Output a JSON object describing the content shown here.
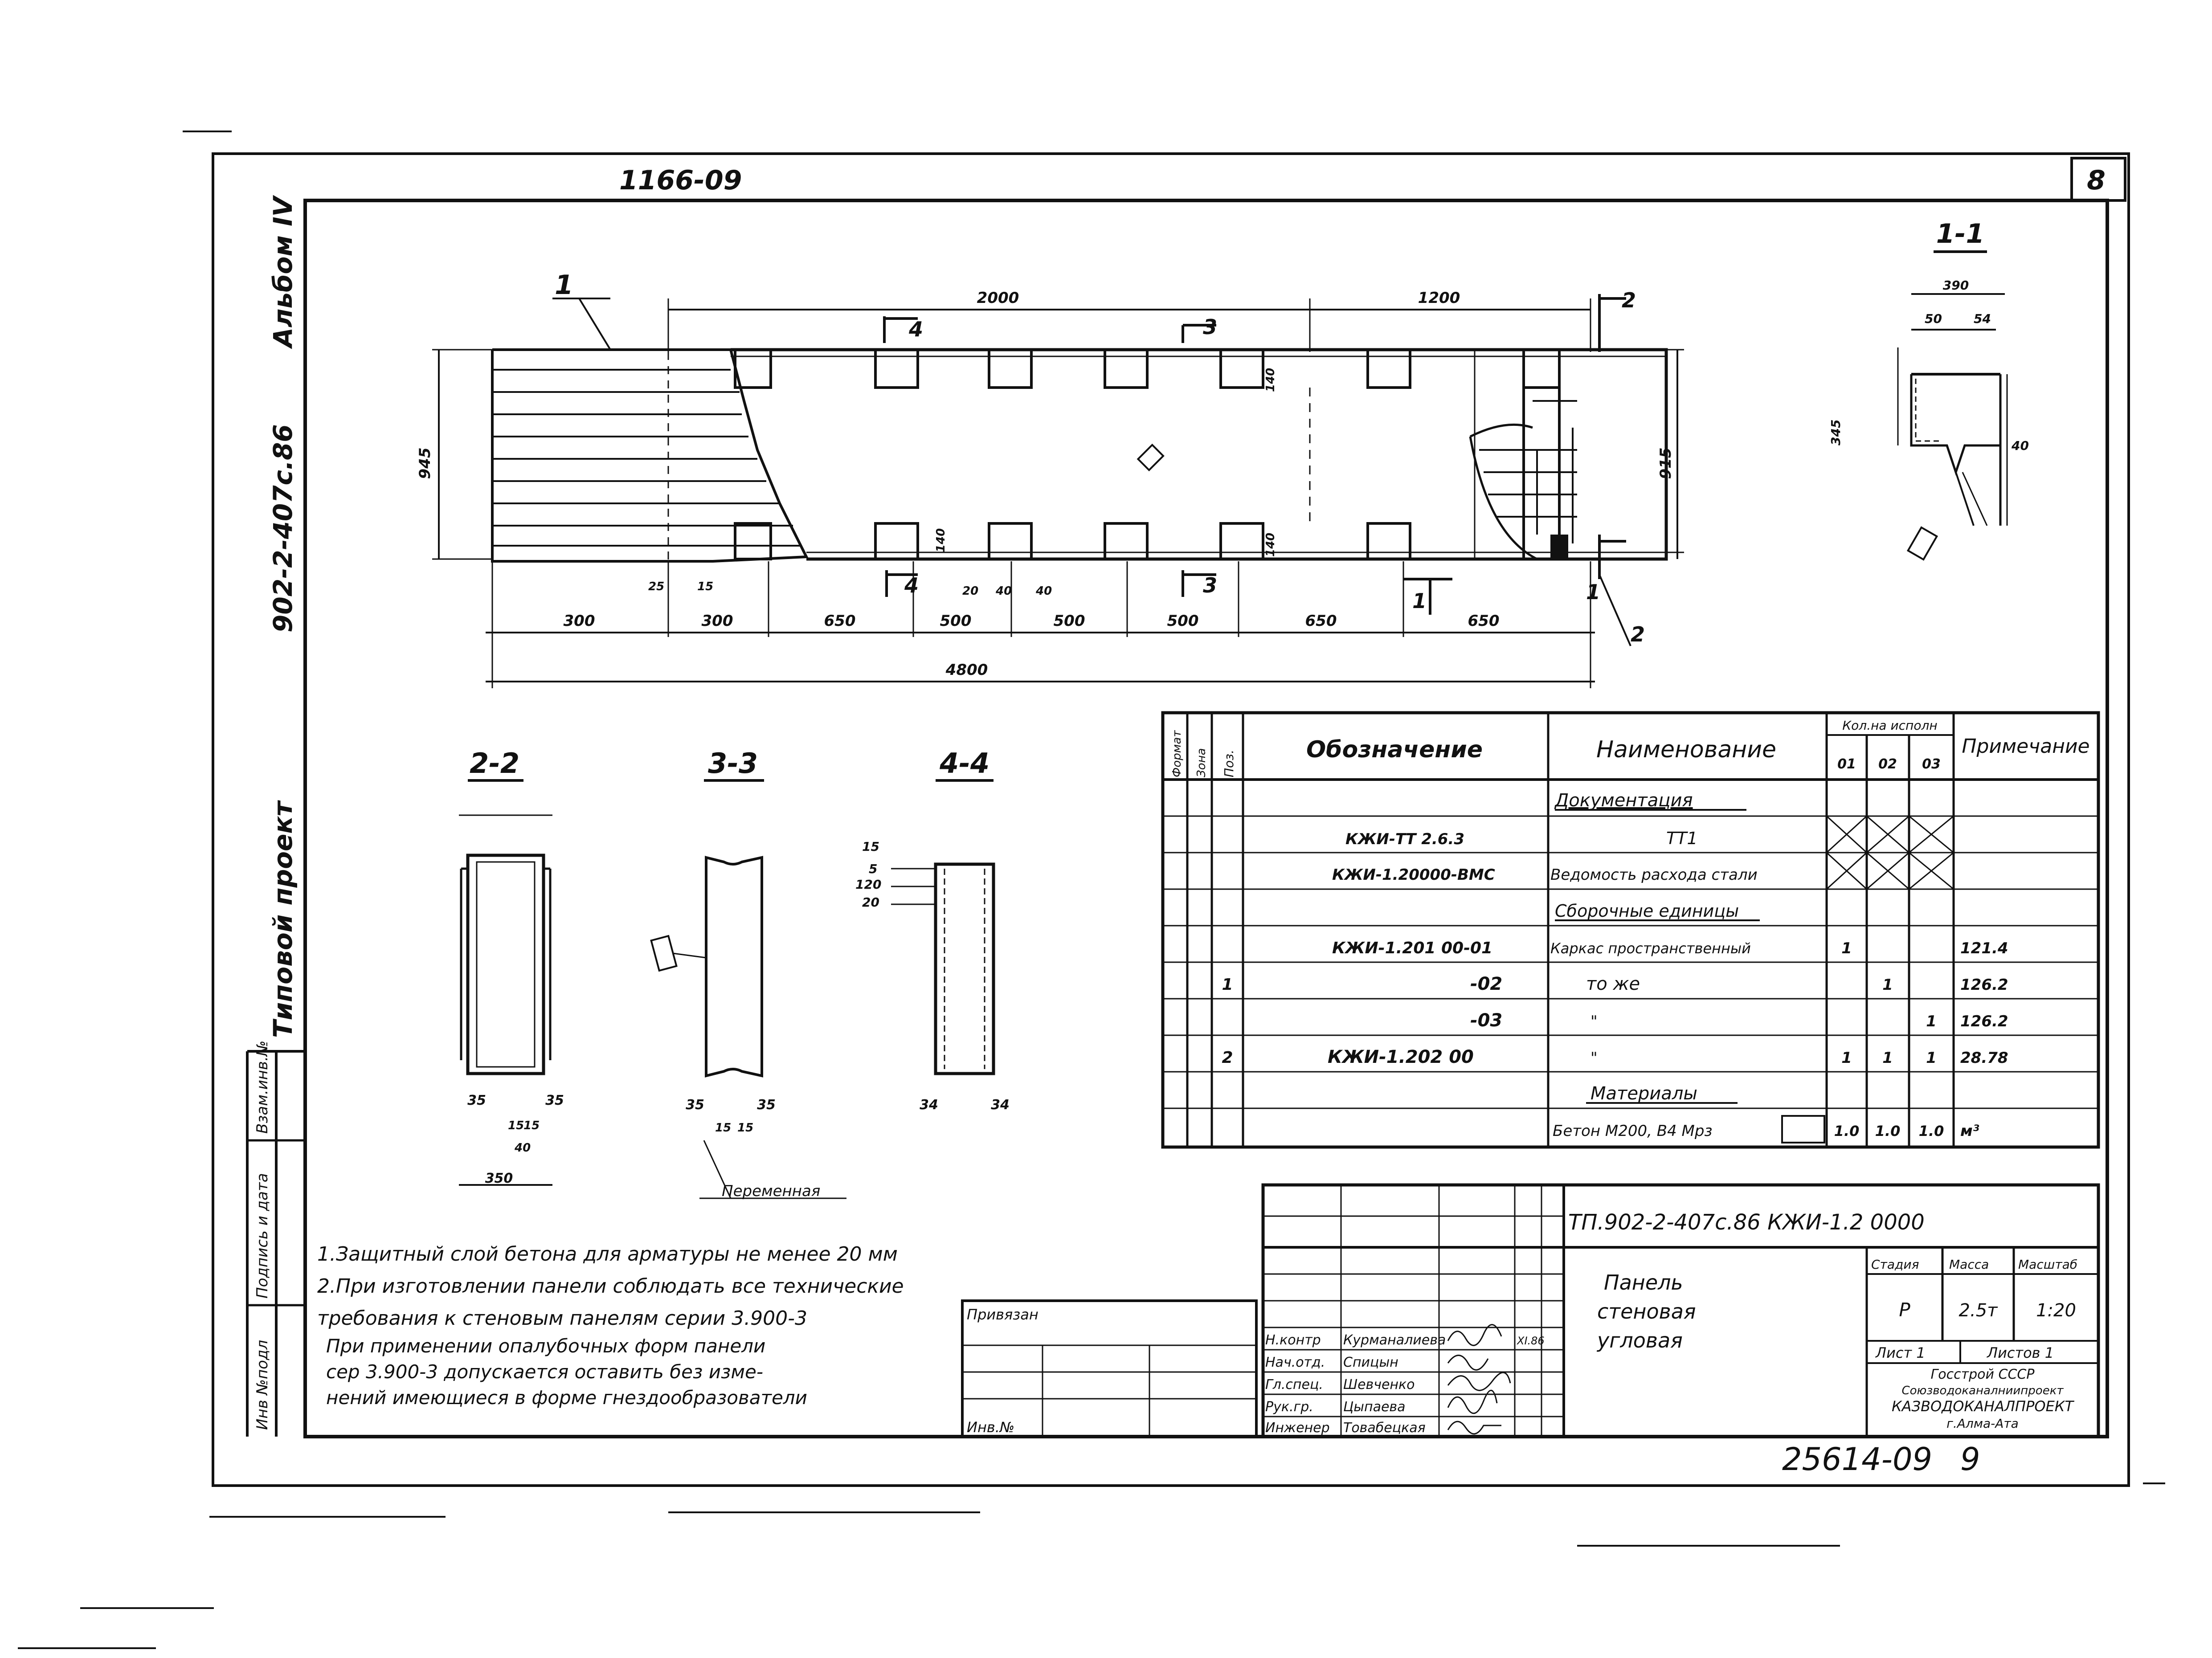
{
  "sheet": {
    "top_code": "1166-09",
    "sheet_no": "8",
    "bottom_code": "25614-09",
    "bottom_page": "9"
  },
  "side_stamp": {
    "project": "Типовой проект",
    "album": "902-2-407с.86",
    "album_no": "Альбом IV",
    "cells": [
      "Инв №подл",
      "Подпись и дата",
      "Взам.инв.№"
    ]
  },
  "drawing": {
    "dims_top": [
      "2000",
      "1200"
    ],
    "dims_side": [
      "945",
      "915"
    ],
    "dims_bottom": [
      "300",
      "300",
      "650",
      "500",
      "500",
      "500",
      "650",
      "650"
    ],
    "overall": "4800",
    "callouts": [
      "1",
      "2",
      "2",
      "3",
      "3",
      "4",
      "4",
      "1",
      "1"
    ],
    "small_dims": [
      "25",
      "15",
      "20",
      "40",
      "40",
      "140",
      "140",
      "140"
    ]
  },
  "sections": {
    "s11": {
      "title": "1-1",
      "dims": [
        "390",
        "50",
        "54",
        "345",
        "40"
      ]
    },
    "s22": {
      "title": "2-2",
      "dims": [
        "35",
        "35",
        "15",
        "15",
        "40",
        "350"
      ]
    },
    "s33": {
      "title": "3-3",
      "dims": [
        "35",
        "35",
        "15",
        "15"
      ],
      "note": "Переменная"
    },
    "s44": {
      "title": "4-4",
      "dims": [
        "15",
        "5",
        "120",
        "20",
        "34",
        "34"
      ]
    }
  },
  "spec": {
    "headers": {
      "format": "Формат",
      "zone": "Зона",
      "pos": "Поз.",
      "designation": "Обозначение",
      "name": "Наименование",
      "qty_group": "Кол.на исполн",
      "qty": [
        "01",
        "02",
        "03"
      ],
      "note": "Примечание"
    },
    "rows": [
      {
        "pos": "",
        "designation": "",
        "name": "Документация",
        "q1": "",
        "q2": "",
        "q3": "",
        "note": "",
        "underline": true
      },
      {
        "pos": "",
        "designation": "КЖИ-ТТ 2.6.3",
        "name": "ТТ1",
        "q1": "",
        "q2": "",
        "q3": "",
        "note": "",
        "cross": true
      },
      {
        "pos": "",
        "designation": "КЖИ-1.20000-ВМС",
        "name": "Ведомость расхода стали",
        "q1": "",
        "q2": "",
        "q3": "",
        "note": "",
        "cross": true
      },
      {
        "pos": "",
        "designation": "",
        "name": "Сборочные единицы",
        "q1": "",
        "q2": "",
        "q3": "",
        "note": "",
        "underline": true
      },
      {
        "pos": "",
        "designation": "КЖИ-1.201 00-01",
        "name": "Каркас пространственный",
        "q1": "1",
        "q2": "",
        "q3": "",
        "note": "121.4"
      },
      {
        "pos": "1",
        "designation": "-02",
        "name": "то же",
        "q1": "",
        "q2": "1",
        "q3": "",
        "note": "126.2"
      },
      {
        "pos": "",
        "designation": "-03",
        "name": "\"",
        "q1": "",
        "q2": "",
        "q3": "1",
        "note": "126.2"
      },
      {
        "pos": "2",
        "designation": "КЖИ-1.202 00",
        "name": "\"",
        "q1": "1",
        "q2": "1",
        "q3": "1",
        "note": "28.78"
      },
      {
        "pos": "",
        "designation": "",
        "name": "Материалы",
        "q1": "",
        "q2": "",
        "q3": "",
        "note": "",
        "underline": true
      },
      {
        "pos": "",
        "designation": "",
        "name": "Бетон М200, В4 Мрз",
        "q1": "1.0",
        "q2": "1.0",
        "q3": "1.0",
        "note": "м³"
      }
    ]
  },
  "notes": [
    "1.Защитный  слой  бетона  для арматуры не менее 20 мм",
    "2.При  изготовлении  панели соблюдать все технические",
    "требования к стеновым панелям серии 3.900-3",
    "При  применении  опалубочных форм  панели",
    "сер 3.900-3 допускается оставить без изме-",
    "нений имеющиеся в форме гнездообразователи"
  ],
  "title_block": {
    "doc_code": "ТП.902-2-407с.86 КЖИ-1.2 0000",
    "title_lines": [
      "Панель",
      "стеновая",
      "угловая"
    ],
    "stage_label": "Стадия",
    "mass_label": "Масса",
    "scale_label": "Масштаб",
    "stage": "Р",
    "mass": "2.5т",
    "scale": "1:20",
    "sheet_label": "Лист 1",
    "sheets_label": "Листов 1",
    "org": [
      "Госстрой СССР",
      "Союзводоканалниипроект",
      "КАЗВОДОКАНАЛПРОЕКТ",
      "г.Алма-Ата"
    ],
    "roles": [
      {
        "role": "Н.контр",
        "name": "Курманалиева",
        "date": "XI.86"
      },
      {
        "role": "Нач.отд.",
        "name": "Спицын",
        "date": ""
      },
      {
        "role": "Гл.спец.",
        "name": "Шевченко",
        "date": ""
      },
      {
        "role": "Рук.гр.",
        "name": "Цыпаева",
        "date": ""
      },
      {
        "role": "Инженер",
        "name": "Товабецкая",
        "date": ""
      }
    ],
    "privyazan": "Привязан",
    "inv_label": "Инв.№"
  }
}
